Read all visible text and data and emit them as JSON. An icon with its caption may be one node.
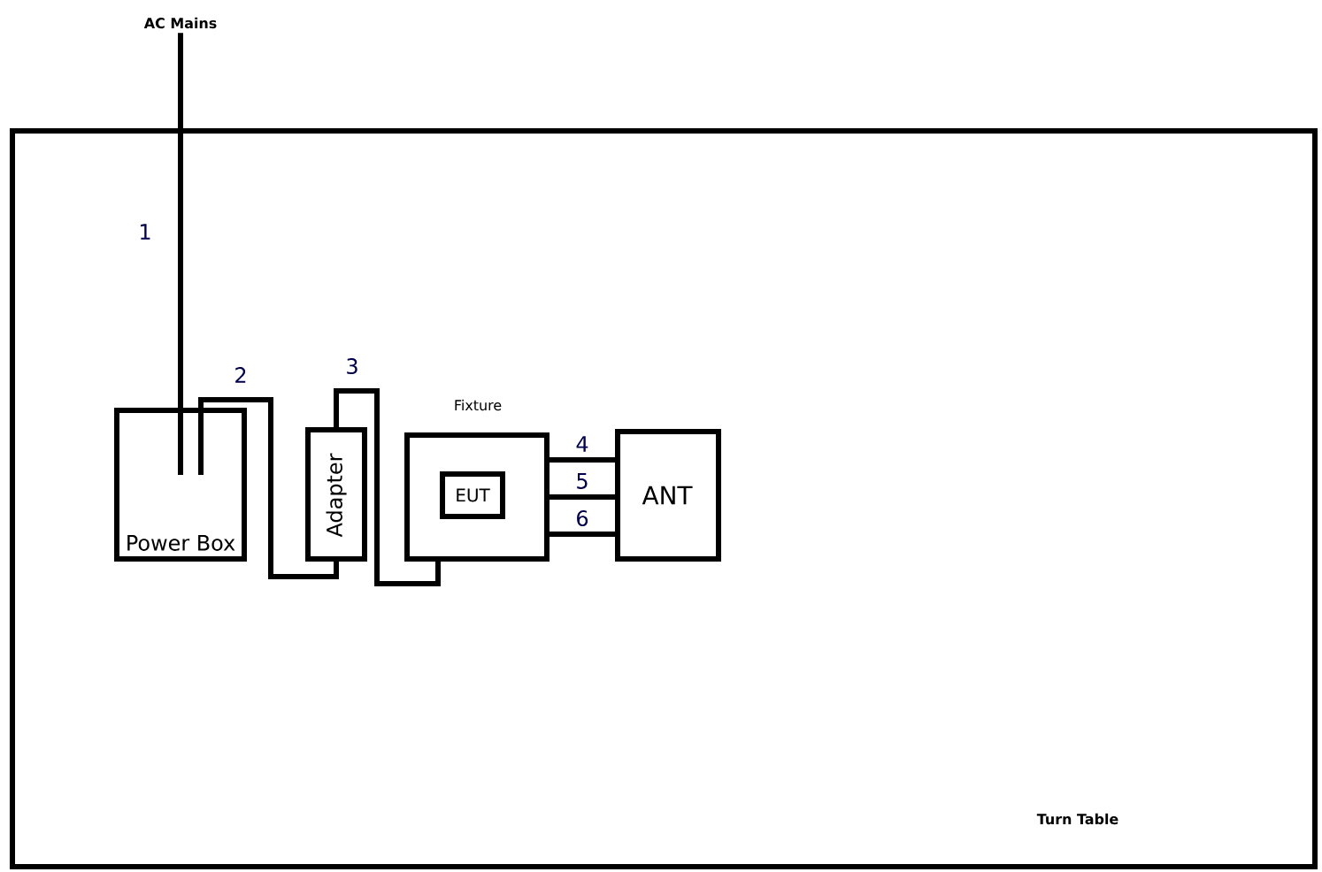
{
  "diagram": {
    "nodes": [
      {
        "text": [
          "Turn Table"
        ]
      },
      {
        "text": [
          "AC Mains"
        ]
      },
      {
        "text": [
          "Power Box"
        ],
        "in": 0
      },
      {
        "text": [
          "Adapter"
        ],
        "in": 0
      },
      {
        "text": [
          "Fixture"
        ],
        "in": 0
      },
      {
        "text": [
          "EUT"
        ],
        "in": 4
      },
      {
        "text": [
          "ANT"
        ],
        "in": 0
      }
    ],
    "edges": [
      {
        "from": 1,
        "to": 2,
        "arrow": "none",
        "label": "1"
      },
      {
        "from": 2,
        "to": 3,
        "arrow": "none",
        "label": "2"
      },
      {
        "from": 3,
        "to": 4,
        "arrow": "none",
        "label": "3"
      },
      {
        "from": 4,
        "to": 6,
        "arrow": "none",
        "label": "4"
      },
      {
        "from": 4,
        "to": 6,
        "arrow": "none",
        "label": "5"
      },
      {
        "from": 4,
        "to": 6,
        "arrow": "none",
        "label": "6"
      }
    ]
  }
}
